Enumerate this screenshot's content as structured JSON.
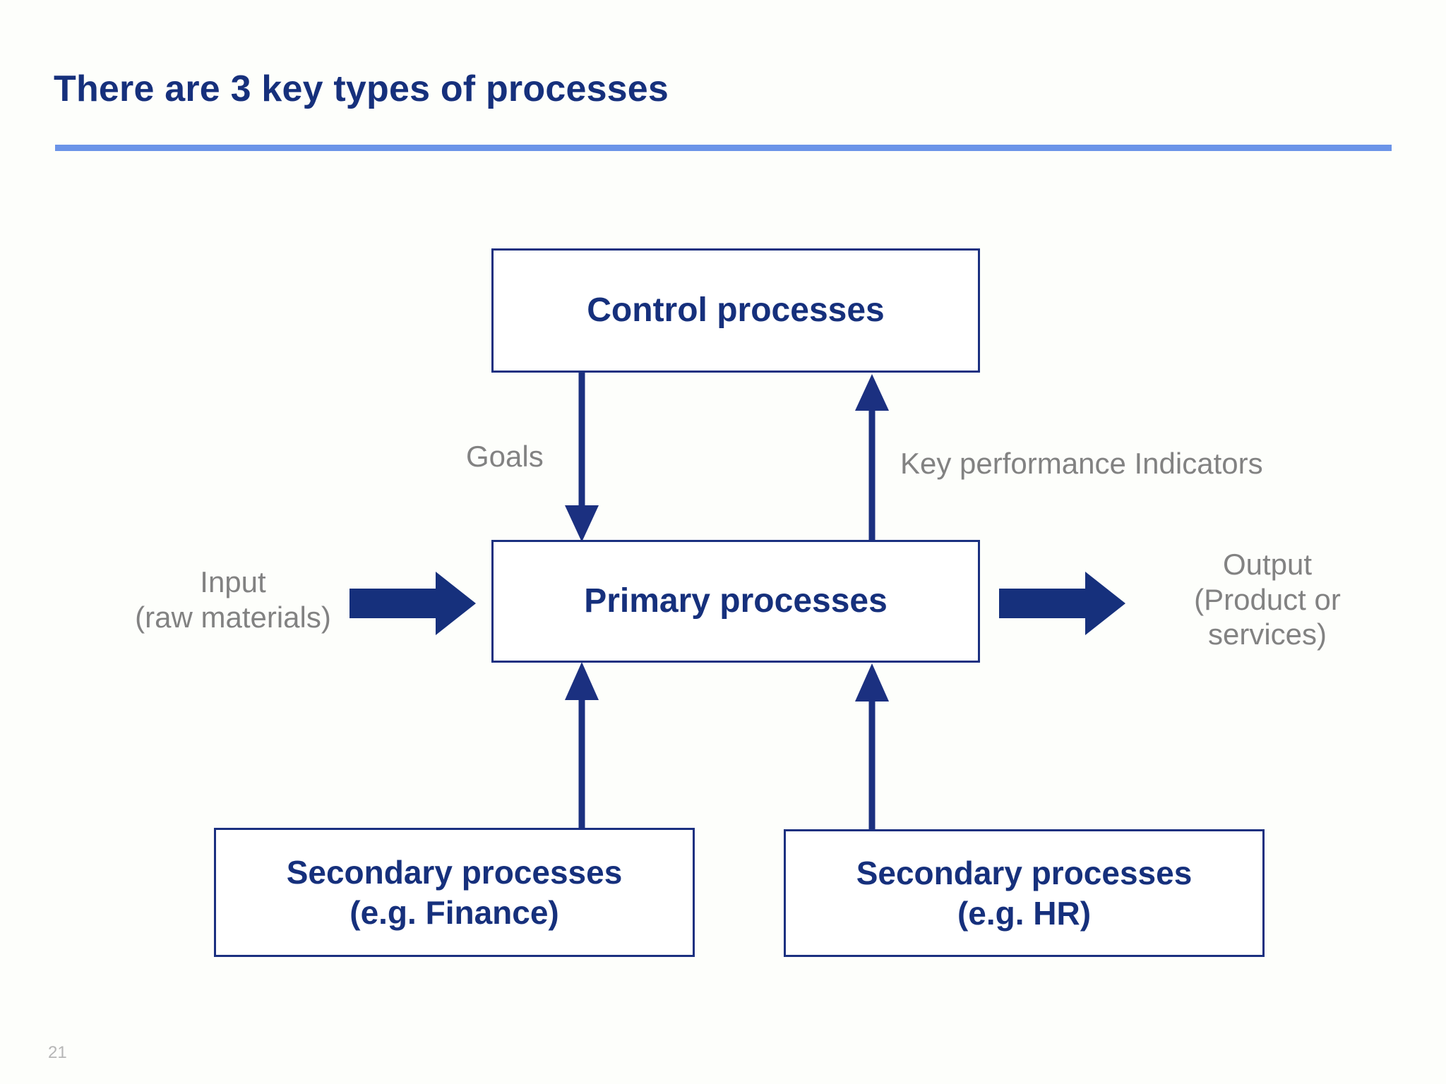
{
  "slide": {
    "title": "There are 3 key types of processes",
    "page_number": "21",
    "colors": {
      "navy": "#1b3080",
      "title_navy": "#16307c",
      "rule_blue": "#6b94e8",
      "label_gray": "#828282",
      "page_number_gray": "#b6b6b6",
      "background": "#fdfefb"
    }
  },
  "diagram": {
    "boxes": {
      "control": {
        "label": "Control processes"
      },
      "primary": {
        "label": "Primary processes"
      },
      "secondary_finance": {
        "label": "Secondary processes\n(e.g. Finance)"
      },
      "secondary_hr": {
        "label": "Secondary processes\n(e.g. HR)"
      }
    },
    "labels": {
      "goals": "Goals",
      "kpi": "Key performance Indicators",
      "input": "Input\n(raw materials)",
      "output": "Output\n(Product or\nservices)"
    },
    "connections": [
      {
        "from": "control",
        "to": "primary",
        "label": "Goals",
        "direction": "down"
      },
      {
        "from": "primary",
        "to": "control",
        "label": "Key performance Indicators",
        "direction": "up"
      },
      {
        "from": "secondary_finance",
        "to": "primary",
        "label": "",
        "direction": "up"
      },
      {
        "from": "secondary_hr",
        "to": "primary",
        "label": "",
        "direction": "up"
      },
      {
        "from": "input",
        "to": "primary",
        "label": "Input (raw materials)",
        "direction": "right"
      },
      {
        "from": "primary",
        "to": "output",
        "label": "Output (Product or services)",
        "direction": "right"
      }
    ]
  }
}
